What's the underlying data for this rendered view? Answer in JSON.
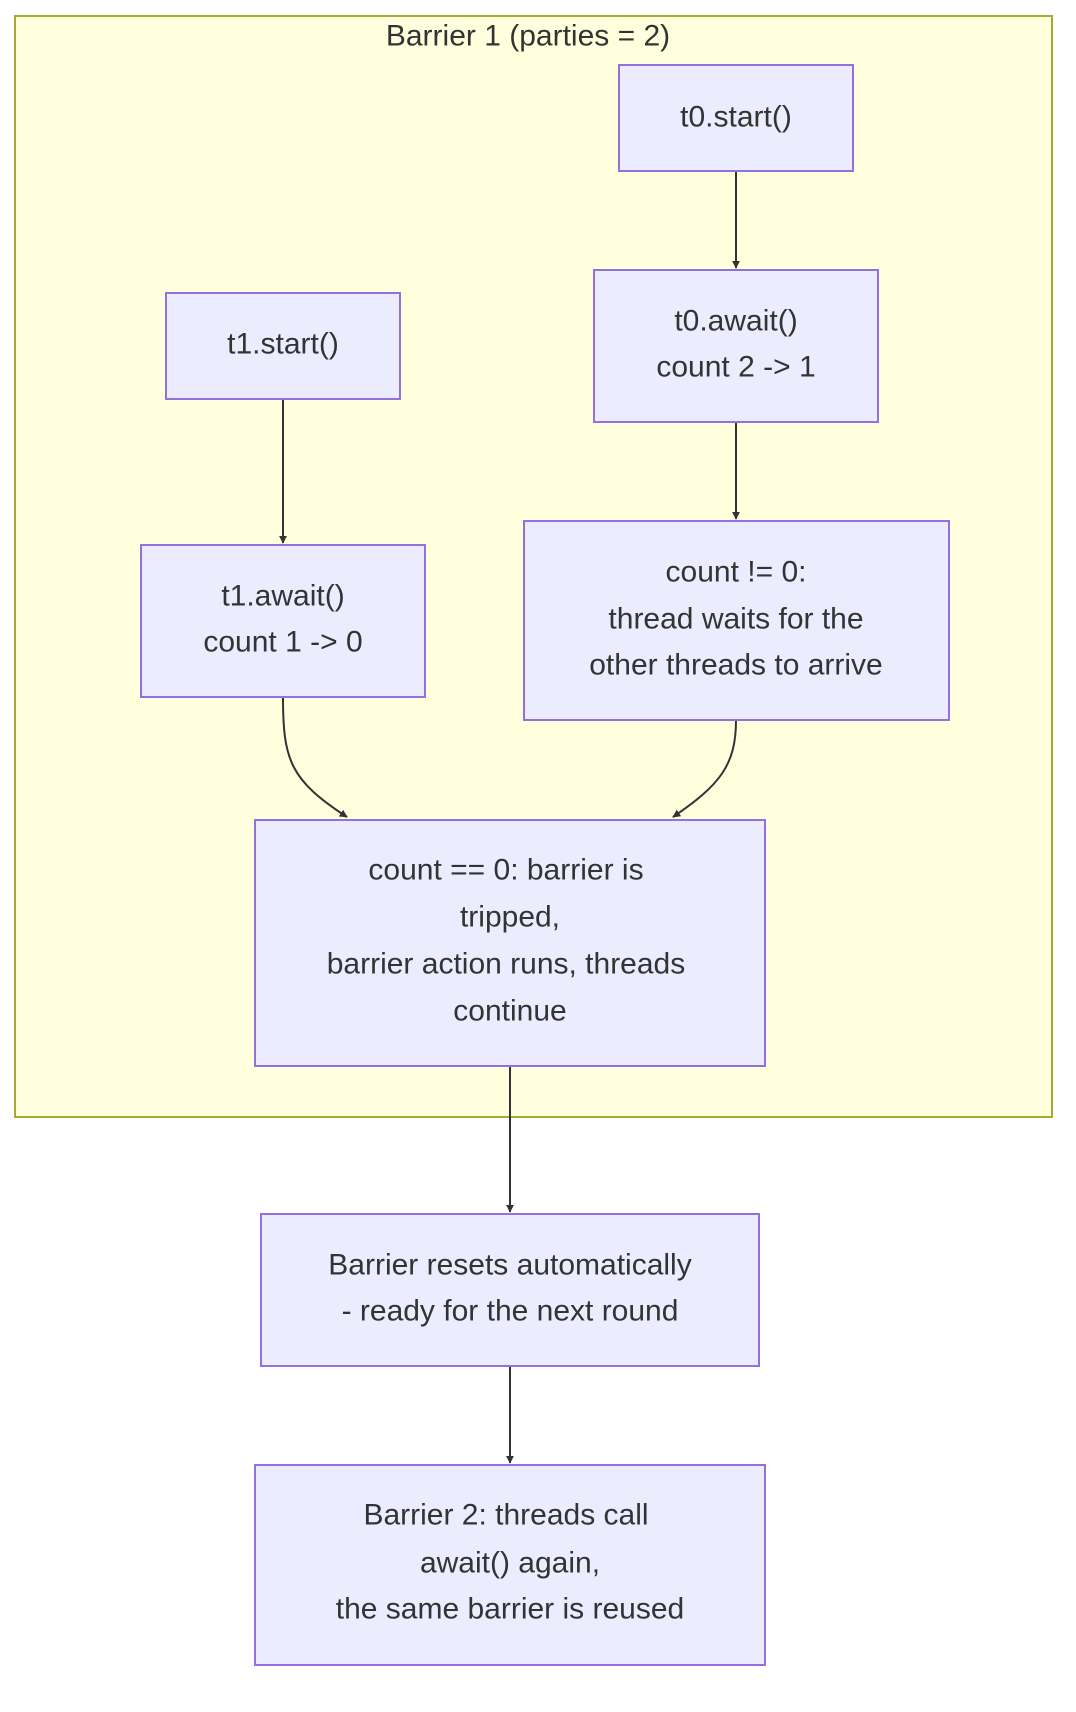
{
  "cluster": {
    "title": "Barrier 1 (parties = 2)"
  },
  "nodes": {
    "t0_start": {
      "lines": [
        "t0.start()"
      ]
    },
    "t1_start": {
      "lines": [
        "t1.start()"
      ]
    },
    "t0_await": {
      "lines": [
        "t0.await()",
        "count 2 -> 1"
      ]
    },
    "t1_await": {
      "lines": [
        "t1.await()",
        "count 1 -> 0"
      ]
    },
    "waits": {
      "lines": [
        "count != 0:",
        "thread waits for the",
        "other threads to arrive"
      ]
    },
    "tripped": {
      "lines": [
        "count == 0: barrier is",
        "tripped,",
        "barrier action runs, threads",
        "continue"
      ]
    },
    "reset": {
      "lines": [
        "Barrier resets automatically",
        "- ready for the next round"
      ]
    },
    "barrier2": {
      "lines": [
        "Barrier 2: threads call",
        "await() again,",
        "the same barrier is reused"
      ]
    }
  },
  "edges": [
    {
      "from": "t0_start",
      "to": "t0_await"
    },
    {
      "from": "t0_await",
      "to": "waits"
    },
    {
      "from": "t1_start",
      "to": "t1_await"
    },
    {
      "from": "t1_await",
      "to": "tripped"
    },
    {
      "from": "waits",
      "to": "tripped"
    },
    {
      "from": "tripped",
      "to": "reset"
    },
    {
      "from": "reset",
      "to": "barrier2"
    }
  ]
}
